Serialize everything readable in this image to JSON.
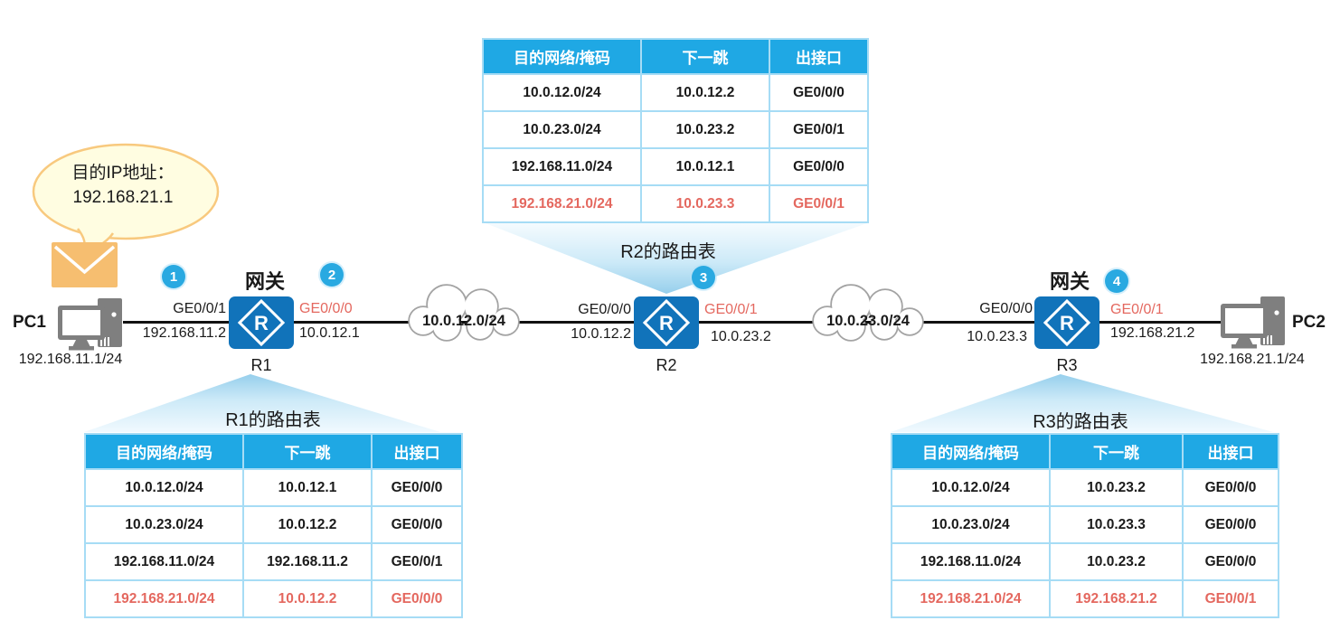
{
  "colors": {
    "header_bg": "#1FA8E4",
    "grid": "#A6DCF5",
    "badge": "#29A9E1",
    "red": "#E4685F",
    "router_blue": "#1173BA",
    "pc_gray": "#7F7F7F",
    "cloud_stroke": "#A3A3A3",
    "bubble_fill": "#FFFDE1",
    "bubble_border": "#F8C97E",
    "envelope_fill": "#F6BE70"
  },
  "bubble": {
    "line1": "目的IP地址：",
    "line2": "192.168.21.1"
  },
  "hosts": {
    "pc1": {
      "name": "PC1",
      "ip": "192.168.11.1/24"
    },
    "pc2": {
      "name": "PC2",
      "ip": "192.168.21.1/24"
    }
  },
  "routers": {
    "r1": {
      "name": "R1",
      "gateway": "网关"
    },
    "r2": {
      "name": "R2"
    },
    "r3": {
      "name": "R3",
      "gateway": "网关"
    }
  },
  "steps": {
    "s1": "1",
    "s2": "2",
    "s3": "3",
    "s4": "4"
  },
  "interfaces": {
    "pc1_r1_name": "GE0/0/1",
    "pc1_r1_ip": "192.168.11.2",
    "r1_out_name": "GE0/0/0",
    "r1_out_ip": "10.0.12.1",
    "r2_in_name": "GE0/0/0",
    "r2_in_ip": "10.0.12.2",
    "r2_out_name": "GE0/0/1",
    "r2_out_ip": "10.0.23.2",
    "r3_in_name": "GE0/0/0",
    "r3_in_ip": "10.0.23.3",
    "r3_out_name": "GE0/0/1",
    "r3_out_ip": "192.168.21.2"
  },
  "clouds": {
    "left": "10.0.12.0/24",
    "right": "10.0.23.0/24"
  },
  "tables": {
    "r1": {
      "title": "R1的路由表",
      "headers": [
        "目的网络/掩码",
        "下一跳",
        "出接口"
      ],
      "rows": [
        [
          "10.0.12.0/24",
          "10.0.12.1",
          "GE0/0/0"
        ],
        [
          "10.0.23.0/24",
          "10.0.12.2",
          "GE0/0/0"
        ],
        [
          "192.168.11.0/24",
          "192.168.11.2",
          "GE0/0/1"
        ],
        [
          "192.168.21.0/24",
          "10.0.12.2",
          "GE0/0/0"
        ]
      ]
    },
    "r2": {
      "title": "R2的路由表",
      "headers": [
        "目的网络/掩码",
        "下一跳",
        "出接口"
      ],
      "rows": [
        [
          "10.0.12.0/24",
          "10.0.12.2",
          "GE0/0/0"
        ],
        [
          "10.0.23.0/24",
          "10.0.23.2",
          "GE0/0/1"
        ],
        [
          "192.168.11.0/24",
          "10.0.12.1",
          "GE0/0/0"
        ],
        [
          "192.168.21.0/24",
          "10.0.23.3",
          "GE0/0/1"
        ]
      ]
    },
    "r3": {
      "title": "R3的路由表",
      "headers": [
        "目的网络/掩码",
        "下一跳",
        "出接口"
      ],
      "rows": [
        [
          "10.0.12.0/24",
          "10.0.23.2",
          "GE0/0/0"
        ],
        [
          "10.0.23.0/24",
          "10.0.23.3",
          "GE0/0/0"
        ],
        [
          "192.168.11.0/24",
          "10.0.23.2",
          "GE0/0/0"
        ],
        [
          "192.168.21.0/24",
          "192.168.21.2",
          "GE0/0/1"
        ]
      ]
    }
  }
}
